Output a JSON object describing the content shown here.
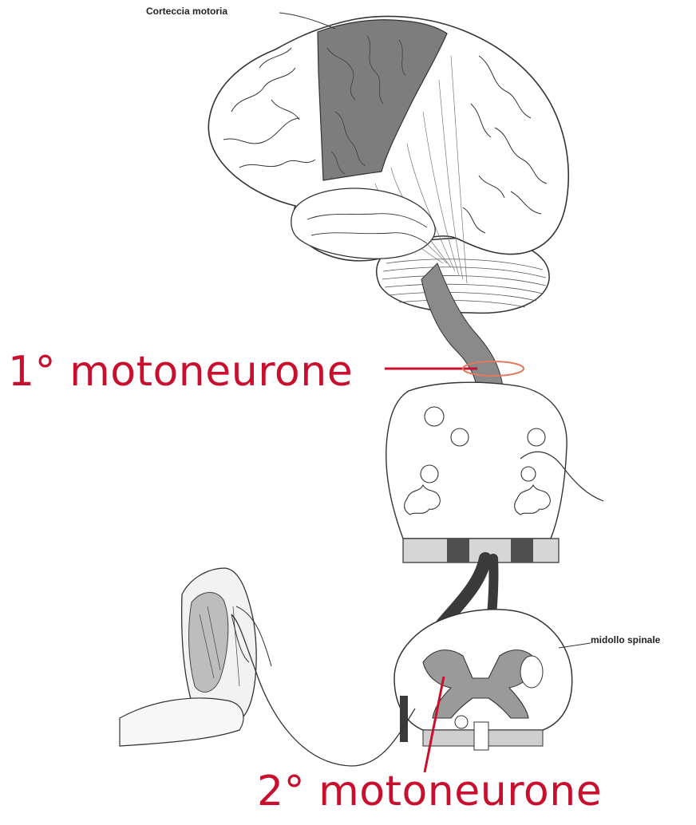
{
  "labels": {
    "motor_cortex": "Corteccia motoria",
    "spinal_cord": "midollo spinale",
    "first_motor_neuron": "1° motoneurone",
    "second_motor_neuron": "2° motoneurone"
  },
  "colors": {
    "label_red": "#c8102e",
    "pathway": "#555555",
    "outline": "#333333",
    "shaded_region": "#8a8a8a",
    "light_gray": "#c9c9c9"
  }
}
